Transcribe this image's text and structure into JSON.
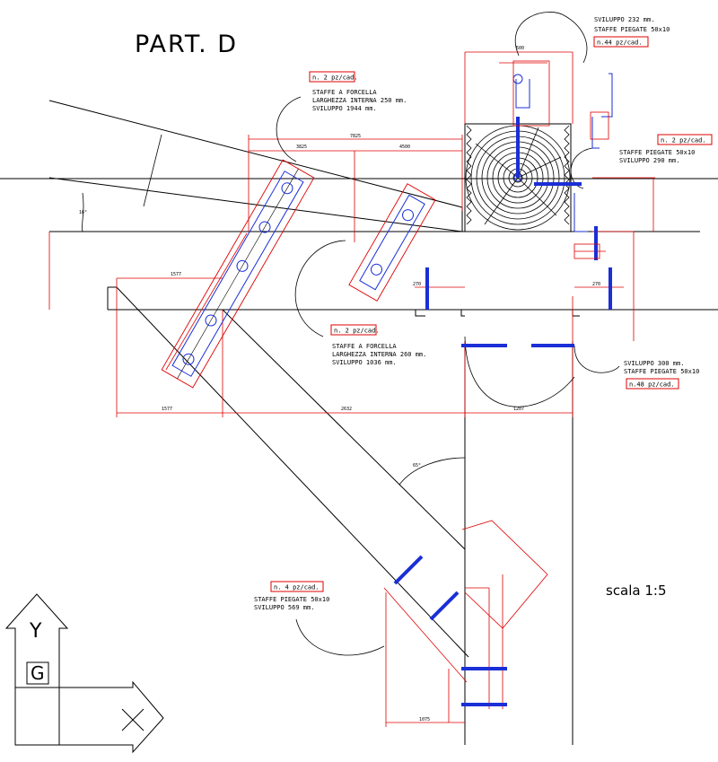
{
  "title": "PART. D",
  "scale": "scala 1:5",
  "colors": {
    "ink": "#000000",
    "dimension": "#e00000",
    "bracket": "#1a2fd6",
    "background": "#ffffff"
  },
  "notes": {
    "top_right": {
      "line1": "SVILUPPO 232 mm.",
      "line2": "STAFFE PIEGATE 50x10",
      "qty": "n.44 pz/cad."
    },
    "fork_top": {
      "qty": "n. 2 pz/cad.",
      "line1": "STAFFE A FORCELLA",
      "line2": "LARGHEZZA INTERNA 250 mm.",
      "line3": "SVILUPPO 1944 mm."
    },
    "right_mid": {
      "qty": "n. 2 pz/cad.",
      "line1": "STAFFE PIEGATE 50x10",
      "line2": "SVILUPPO 290 mm."
    },
    "fork_mid": {
      "qty": "n. 2 pz/cad.",
      "line1": "STAFFE A FORCELLA",
      "line2": "LARGHEZZA INTERNA 260 mm.",
      "line3": "SVILUPPO 1036 mm."
    },
    "right_low": {
      "line1": "SVILUPPO 300 mm.",
      "line2": "STAFFE PIEGATE 50x10",
      "qty": "n.48 pz/cad."
    },
    "bottom_left": {
      "qty": "n. 4 pz/cad.",
      "line1": "STAFFE PIEGATE 50x10",
      "line2": "SVILUPPO 569 mm."
    }
  },
  "ucs_icon": {
    "y_label": "Y",
    "g_label": "G",
    "x_label": "X"
  }
}
